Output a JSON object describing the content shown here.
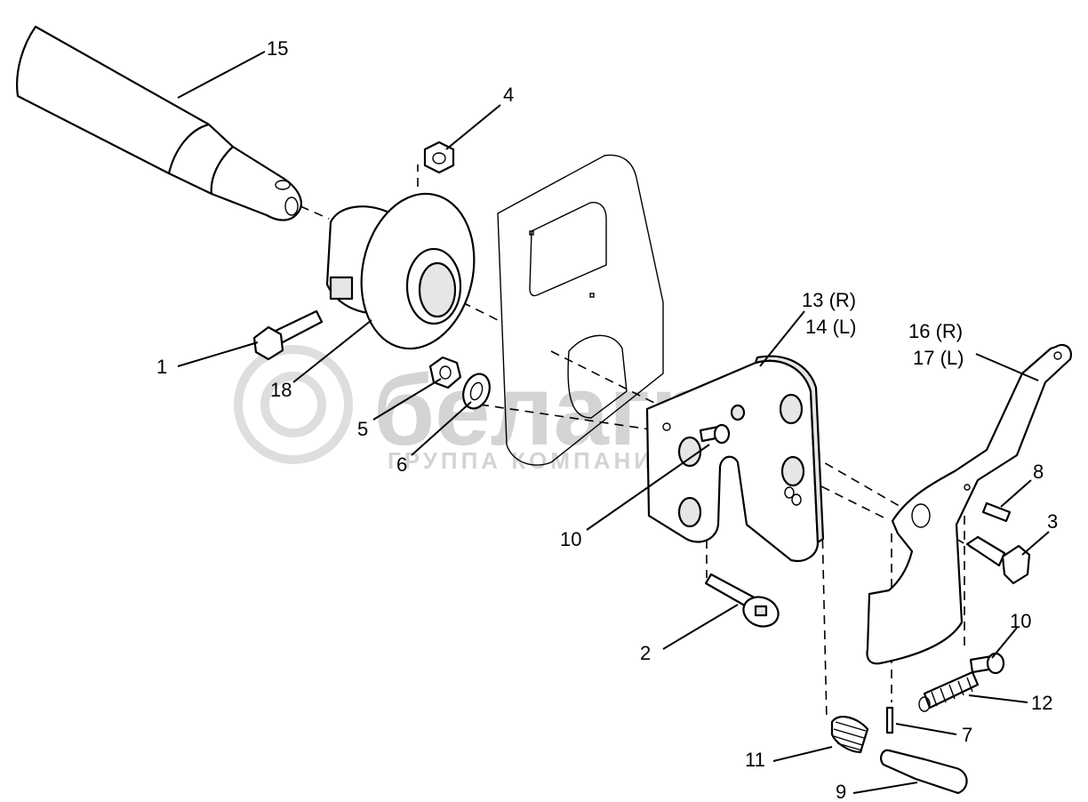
{
  "watermark": {
    "brand": "белагро",
    "subtitle": "ГРУППА КОМПАНИЙ",
    "color": "#d4d4d4"
  },
  "callouts": [
    {
      "id": "c1",
      "label": "1"
    },
    {
      "id": "c2",
      "label": "2"
    },
    {
      "id": "c3",
      "label": "3"
    },
    {
      "id": "c4",
      "label": "4"
    },
    {
      "id": "c5",
      "label": "5"
    },
    {
      "id": "c6",
      "label": "6"
    },
    {
      "id": "c7",
      "label": "7"
    },
    {
      "id": "c8",
      "label": "8"
    },
    {
      "id": "c9",
      "label": "9"
    },
    {
      "id": "c10a",
      "label": "10"
    },
    {
      "id": "c10b",
      "label": "10"
    },
    {
      "id": "c11",
      "label": "11"
    },
    {
      "id": "c12",
      "label": "12"
    },
    {
      "id": "c13",
      "label": "13 (R)"
    },
    {
      "id": "c14",
      "label": "14 (L)"
    },
    {
      "id": "c15",
      "label": "15"
    },
    {
      "id": "c16",
      "label": "16 (R)"
    },
    {
      "id": "c17",
      "label": "17 (L)"
    },
    {
      "id": "c18",
      "label": "18"
    }
  ]
}
